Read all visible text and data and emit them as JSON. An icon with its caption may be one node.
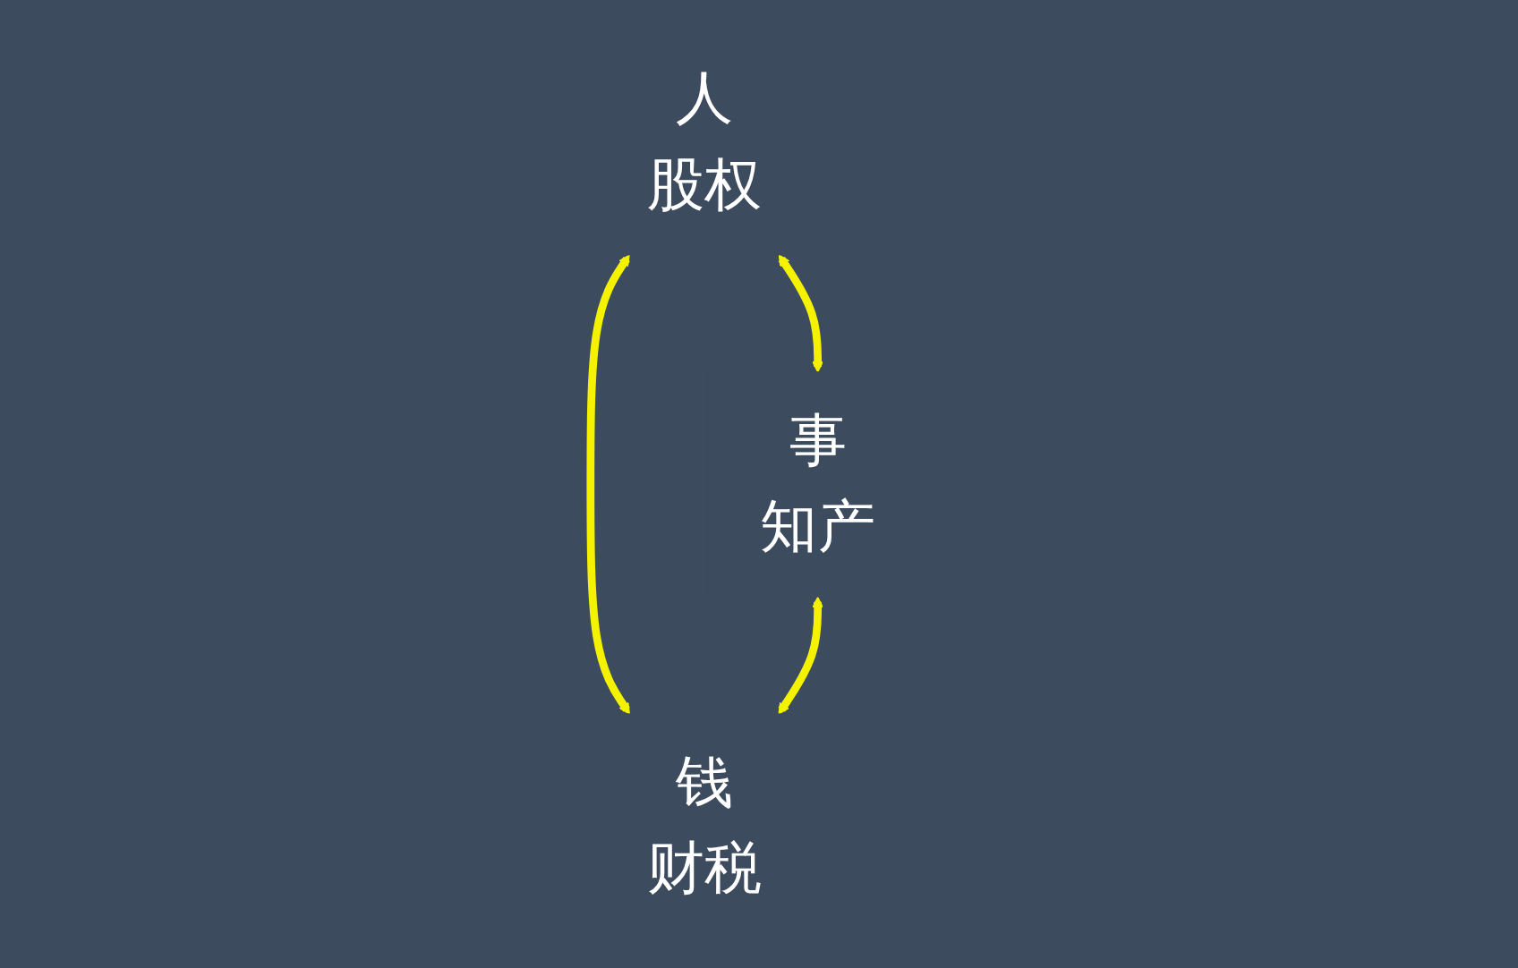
{
  "diagram": {
    "nodes": [
      {
        "text": [
          "人",
          "股权"
        ]
      },
      {
        "text": [
          "事",
          "知产"
        ]
      },
      {
        "text": [
          "钱",
          "财税"
        ]
      }
    ],
    "edges": [
      {
        "from": 0,
        "to": 1,
        "arrow": "both"
      },
      {
        "from": 0,
        "to": 2,
        "arrow": "both"
      },
      {
        "from": 1,
        "to": 2,
        "arrow": "both"
      }
    ]
  }
}
